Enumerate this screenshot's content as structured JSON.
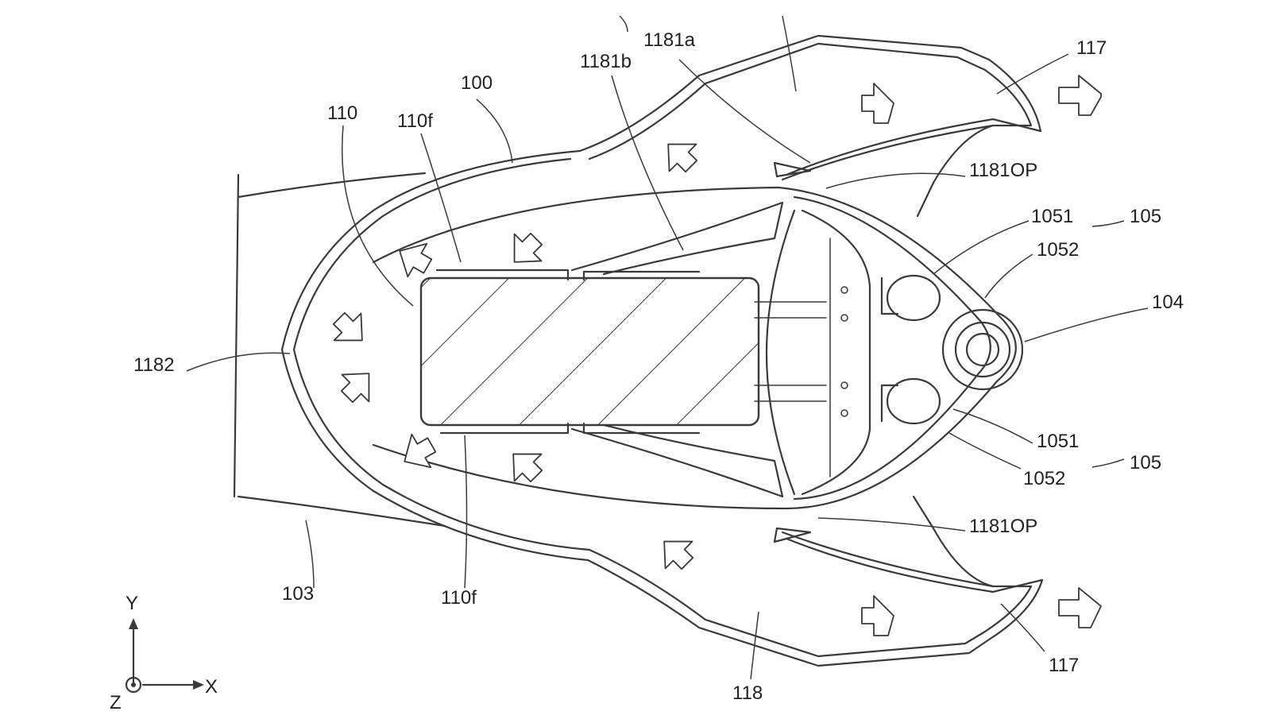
{
  "labels": {
    "l117_top": "117",
    "l1181a": "1181a",
    "l1181b": "1181b",
    "l100": "100",
    "l110": "110",
    "l110f_top": "110f",
    "l1181OP_top": "1181OP",
    "l1051_top": "1051",
    "l105_top": "105",
    "l1052_top": "1052",
    "l104": "104",
    "l1182": "1182",
    "l1051_bot": "1051",
    "l105_bot": "105",
    "l1052_bot": "1052",
    "l1181OP_bot": "1181OP",
    "l103": "103",
    "l110f_bot": "110f",
    "l117_bot": "117",
    "l118": "118"
  },
  "axes": {
    "y": "Y",
    "x": "X",
    "z": "Z"
  }
}
